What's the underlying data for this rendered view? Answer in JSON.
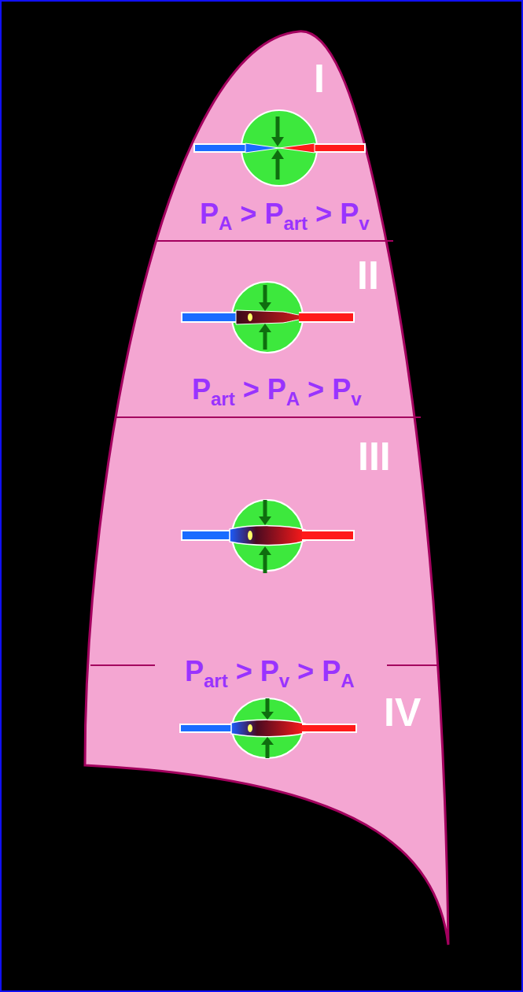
{
  "diagram": {
    "labels": [
      "I",
      "P",
      "A",
      ">",
      "P",
      "art",
      ">",
      "P",
      "v",
      "II",
      "P",
      "art",
      ">",
      "P",
      "A",
      ">",
      "P",
      "v",
      "III",
      "P",
      "art",
      ">",
      "P",
      "v",
      ">",
      "P",
      "A",
      "IV"
    ]
  }
}
